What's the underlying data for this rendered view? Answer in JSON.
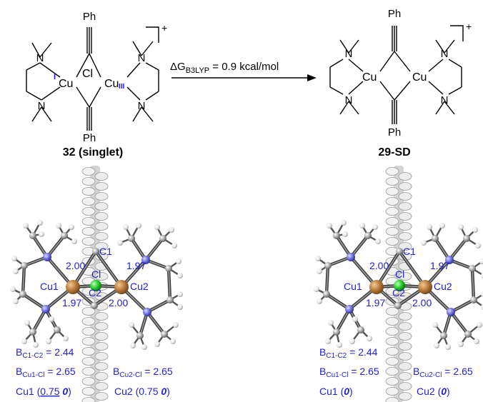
{
  "reaction": {
    "reactant_label": "32 (singlet)",
    "product_label": "29-SD",
    "energy_prefix": "ΔG",
    "energy_subscript": "B3LYP",
    "energy_value": " = 0.9 kcal/mol",
    "charge": "+",
    "phenyl": "Ph",
    "copper": "Cu",
    "chlorine": "Cl",
    "nitrogen": "N",
    "oxidation_I": "I",
    "oxidation_III": "III"
  },
  "structures": [
    {
      "atom_labels": {
        "c1": "C1",
        "c2": "C2",
        "cu1": "Cu1",
        "cu2": "Cu2",
        "cl": "Cl"
      },
      "bond_lengths": {
        "cu1_c1": "2.00",
        "cu2_c1": "1.97",
        "cu1_c2": "1.97",
        "cu2_c2": "2.00"
      },
      "b_c1c2": {
        "letter": "B",
        "sub": "C1-C2",
        "value": " = 2.44"
      },
      "b_cu1cl": {
        "letter": "B",
        "sub": "Cu1-Cl",
        "value": " = 2.65"
      },
      "b_cu2cl": {
        "letter": "B",
        "sub": "Cu2-Cl",
        "value": " = 2.65"
      },
      "spin_cu1": {
        "name": "Cu1 (",
        "value": "0.75",
        "sep": " ",
        "italic": "0",
        "close": ")"
      },
      "spin_cu2": {
        "name": "Cu2 (",
        "value": "0.75",
        "sep": " ",
        "italic": "0",
        "close": ")"
      }
    },
    {
      "atom_labels": {
        "c1": "C1",
        "c2": "C2",
        "cu1": "Cu1",
        "cu2": "Cu2",
        "cl": "Cl"
      },
      "bond_lengths": {
        "cu1_c1": "2.00",
        "cu2_c1": "1.97",
        "cu1_c2": "1.97",
        "cu2_c2": "2.00"
      },
      "b_c1c2": {
        "letter": "B",
        "sub": "C1-C2",
        "value": " = 2.44"
      },
      "b_cu1cl": {
        "letter": "B",
        "sub": "Cu1-Cl",
        "value": " = 2.65"
      },
      "b_cu2cl": {
        "letter": "B",
        "sub": "Cu2-Cl",
        "value": " = 2.65"
      },
      "spin_cu1": {
        "name": "Cu1 (",
        "italic": "0",
        "close": ")"
      },
      "spin_cu2": {
        "name": "Cu2 (",
        "italic": "0",
        "close": ")"
      }
    }
  ],
  "colors": {
    "copper": "#b87a3a",
    "chlorine": "#22cc22",
    "nitrogen": "#6f6fe0",
    "carbon": "#9a9a9a",
    "hydrogen": "#e8e8e8",
    "label_blue": "#1f1fd6",
    "highlight_blue": "#1a1aff"
  }
}
